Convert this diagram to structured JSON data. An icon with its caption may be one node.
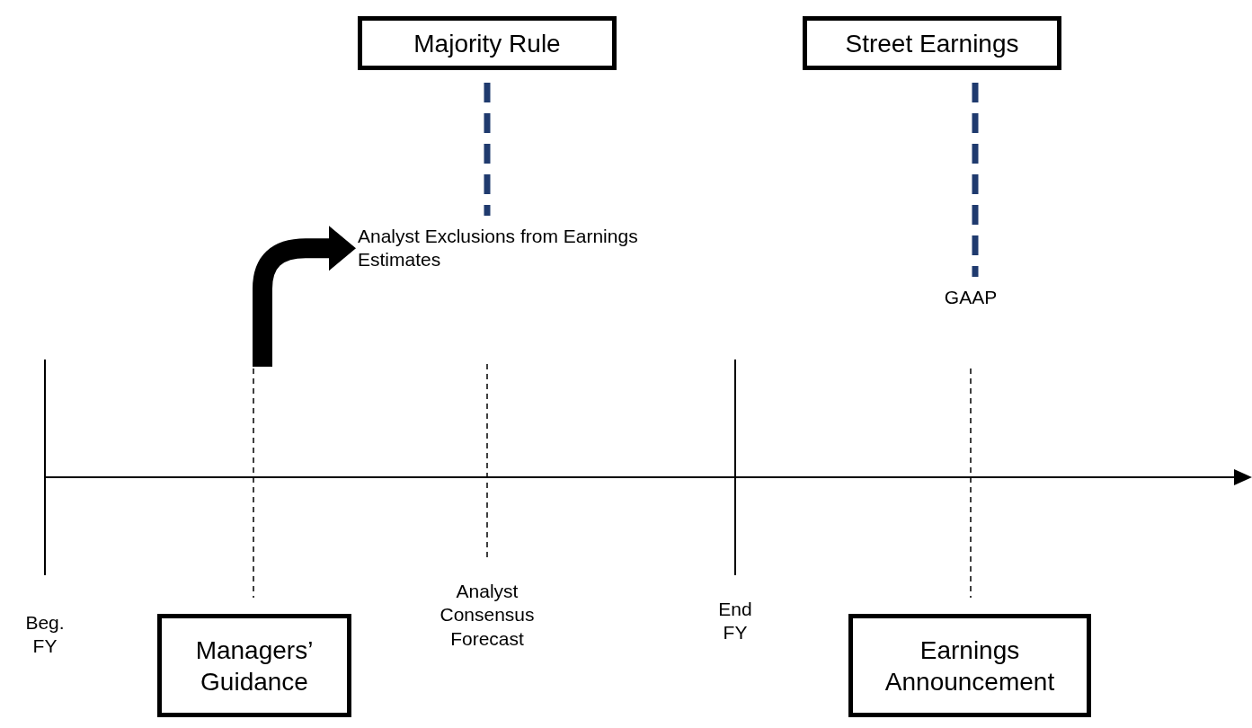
{
  "diagram": {
    "nodes": [
      {
        "text": [
          "Majority Rule"
        ]
      },
      {
        "text": [
          "Street Earnings"
        ]
      },
      {
        "text": [
          "Analyst Exclusions from Earnings Estimates"
        ]
      },
      {
        "text": [
          "GAAP"
        ]
      },
      {
        "text": [
          "Managers’ Guidance"
        ]
      },
      {
        "text": [
          "Earnings Announcement"
        ]
      }
    ],
    "edges": [
      {
        "from": null,
        "to": 2,
        "arrow": "to",
        "style": "thick",
        "color": "#000000"
      },
      {
        "from": 0,
        "to": 2,
        "arrow": "none",
        "style": "dashed",
        "color": "#1f3a6e"
      },
      {
        "from": 1,
        "to": 3,
        "arrow": "none",
        "style": "dashed",
        "color": "#1f3a6e"
      }
    ],
    "labels": [
      "Beg. FY",
      "Analyst Consensus Forecast",
      "End FY"
    ]
  }
}
